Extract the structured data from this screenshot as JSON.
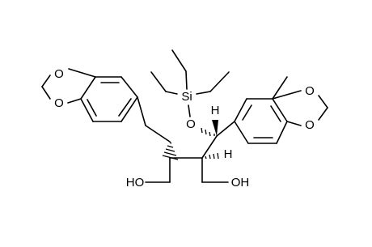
{
  "molecule": {
    "atom_labels": {
      "si": "Si",
      "o_silyl": "O",
      "h_upper": "H",
      "h_lower": "H",
      "oh_left": "HO",
      "oh_right": "OH",
      "left_ring_o_top": "O",
      "left_ring_o_bottom": "O",
      "right_ring_o_top": "O",
      "right_ring_o_bottom": "O"
    }
  },
  "colors": {
    "ink": "#000000",
    "background": "#ffffff"
  }
}
